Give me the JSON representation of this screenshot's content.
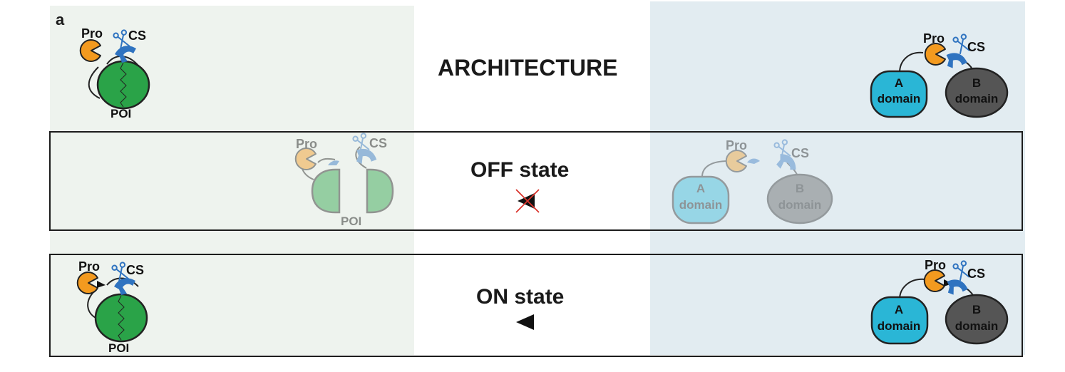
{
  "panel_label": "a",
  "sections": {
    "architecture": "ARCHITECTURE",
    "off": "OFF state",
    "on": "ON state"
  },
  "labels": {
    "pro": "Pro",
    "cs": "CS",
    "poi": "POI",
    "a_domain": [
      "A",
      "domain"
    ],
    "b_domain": [
      "B",
      "domain"
    ]
  },
  "colors": {
    "left_background": "#eef3ee",
    "right_background": "#e2ecf1",
    "poi_green": "#2aa348",
    "a_domain_cyan": "#2ab6d6",
    "b_domain_gray": "#555555",
    "protease_orange": "#f39a1f",
    "cut_site_blue": "#2f73c0",
    "inhibited_cross": "#d9332b"
  },
  "icons": [
    "protease-icon",
    "scissors-icon",
    "cleavage-site-icon",
    "crossed-arrow-icon",
    "arrow-icon"
  ]
}
